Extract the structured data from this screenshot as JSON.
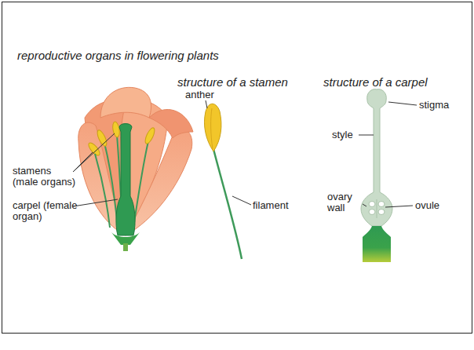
{
  "diagram": {
    "labels": [
      "reproductive organs in flowering plants",
      "structure of a stamen",
      "structure of a carpel",
      "stamens (male organs)",
      "carpel (female organ)",
      "anther",
      "filament",
      "stigma",
      "style",
      "ovary wall",
      "ovule"
    ]
  }
}
